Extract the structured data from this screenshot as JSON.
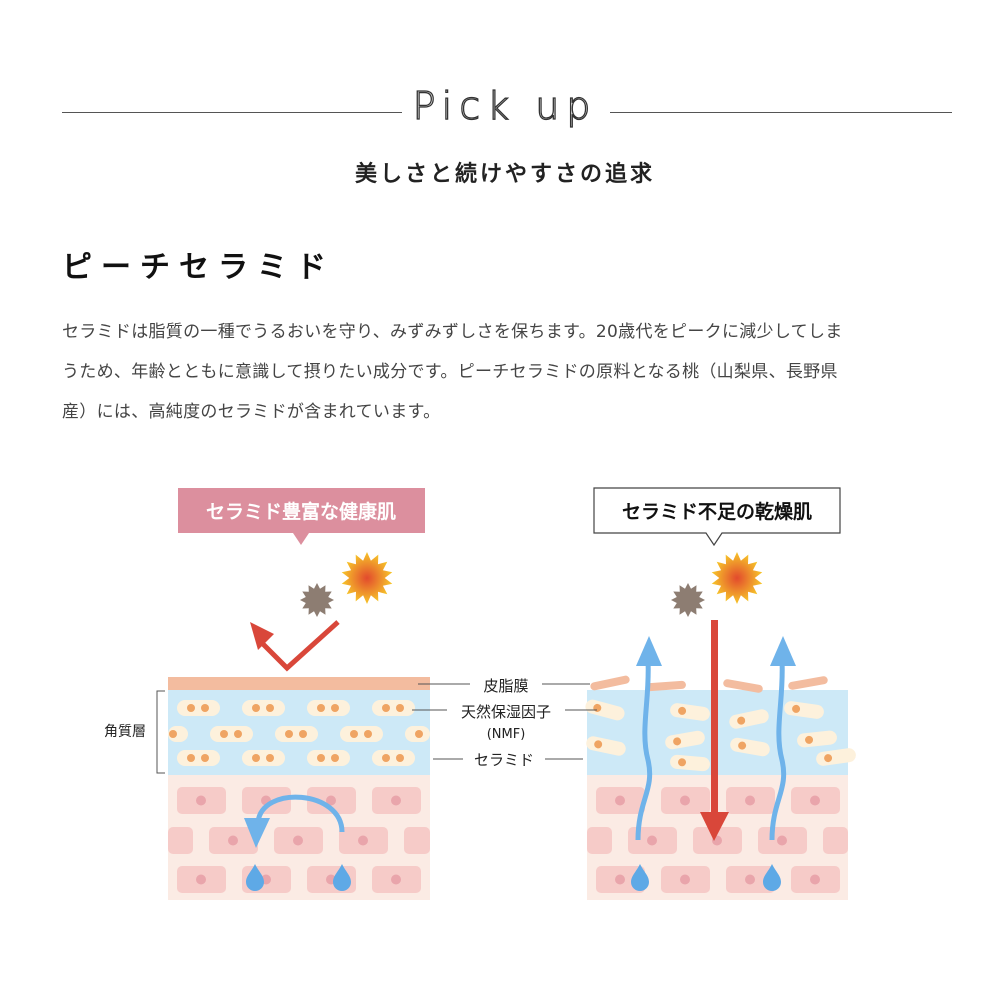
{
  "header": {
    "pickup": "Pick up",
    "subtitle": "美しさと続けやすさの追求"
  },
  "section": {
    "title": "ピーチセラミド",
    "body_lines": [
      "セラミドは脂質の一種でうるおいを守り、みずみずしさを保ちます。20歳代をピークに減少してしま",
      "うため、年齢とともに意識して摂りたい成分です。ピーチセラミドの原料となる桃（山梨県、長野県",
      "産）には、高純度のセラミドが含まれています。"
    ]
  },
  "diagram": {
    "healthy_label": "セラミド豊富な健康肌",
    "dry_label": "セラミド不足の乾燥肌",
    "labels": {
      "sebum": "皮脂膜",
      "nmf": "天然保湿因子",
      "nmf_abbr": "(NMF)",
      "ceramide": "セラミド",
      "stratum": "角質層"
    },
    "colors": {
      "healthy": "#dc8f9e",
      "sebum": "#f3bc9f",
      "stratum": "#cde9f7",
      "skin": "#fbebe4",
      "cell": "#f6cbc8",
      "arrow_red": "#d9473a",
      "arrow_blue": "#6fb3ea"
    }
  }
}
